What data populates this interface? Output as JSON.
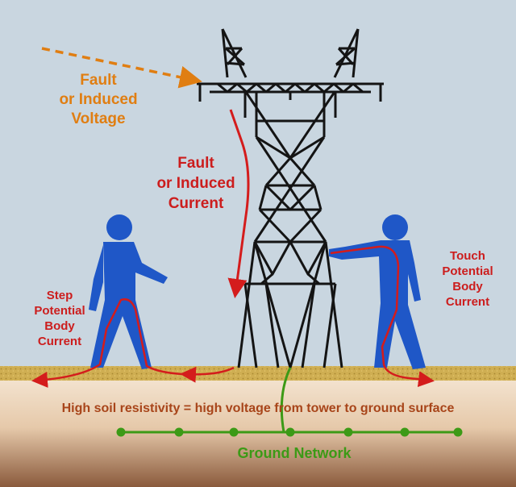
{
  "colors": {
    "sky": "#c9d6e0",
    "tower": "#141414",
    "person": "#1f57c7",
    "current": "#d41c1c",
    "fault_voltage": "#e07e12",
    "soil_surface": "#c8a64a",
    "ground_network": "#3c9a16"
  },
  "labels": {
    "fault_voltage": [
      "Fault",
      "or Induced",
      "Voltage"
    ],
    "fault_current": [
      "Fault",
      "or Induced",
      "Current"
    ],
    "step_potential": [
      "Step",
      "Potential",
      "Body",
      "Current"
    ],
    "touch_potential": [
      "Touch",
      "Potential",
      "Body",
      "Current"
    ],
    "soil_note": "High soil resistivity = high voltage from tower to ground surface",
    "ground_network": "Ground Network"
  },
  "icons": {
    "person_left": "person-walking-icon",
    "person_right": "person-touching-tower-icon",
    "tower": "transmission-tower-icon"
  }
}
